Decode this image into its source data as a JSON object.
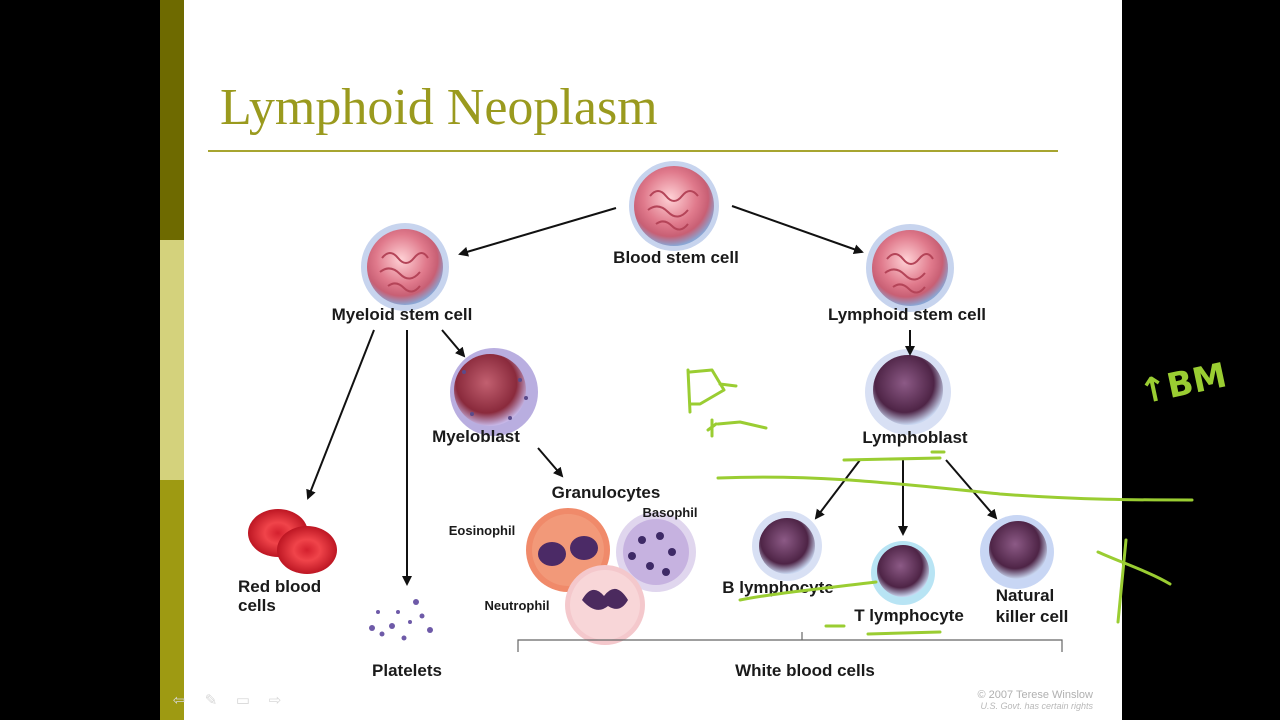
{
  "slide": {
    "title": "Lymphoid Neoplasm",
    "accent_colors": {
      "bar_dark": "#6e6a00",
      "bar_light": "#d4d27c",
      "bar_mid": "#9e9a12",
      "title": "#9a9a1e",
      "rule": "#a7a530"
    }
  },
  "diagram": {
    "labels": {
      "blood_stem_cell": "Blood stem cell",
      "myeloid_stem_cell": "Myeloid stem cell",
      "lymphoid_stem_cell": "Lymphoid stem cell",
      "myeloblast": "Myeloblast",
      "lymphoblast": "Lymphoblast",
      "granulocytes": "Granulocytes",
      "eosinophil": "Eosinophil",
      "basophil": "Basophil",
      "neutrophil": "Neutrophil",
      "red_blood_cells_1": "Red blood",
      "red_blood_cells_2": "cells",
      "platelets": "Platelets",
      "b_lymphocyte": "B lymphocyte",
      "t_lymphocyte": "T lymphocyte",
      "natural_killer_1": "Natural",
      "natural_killer_2": "killer cell",
      "white_blood_cells": "White blood cells"
    },
    "credit": {
      "line1": "© 2007 Terese Winslow",
      "line2": "U.S. Govt. has certain rights"
    }
  },
  "annotations": {
    "ink_color": "#9acd32",
    "note_text": "↑BM"
  },
  "nav": {
    "prev": "⇦",
    "pen": "✎",
    "menu": "▭",
    "next": "⇨"
  }
}
